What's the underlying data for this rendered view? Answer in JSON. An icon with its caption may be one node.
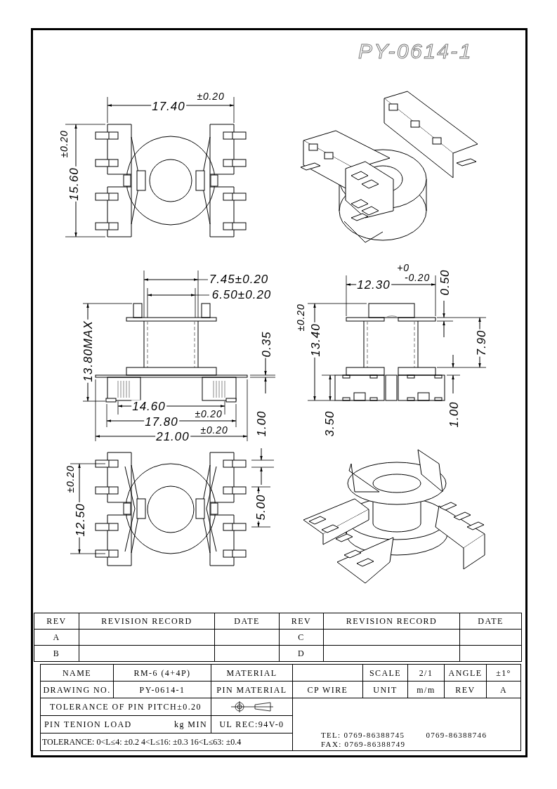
{
  "diagram": {
    "title": "PY-0614-1",
    "labels": [
      "17.40",
      "±0.20",
      "±0.20",
      "15.60",
      "7.45±0.20",
      "6.50±0.20",
      "13.80MAX",
      "0.35",
      "14.60",
      "±0.20",
      "17.80",
      "±0.20",
      "21.00",
      "1.00",
      "+0",
      "12.30",
      "-0.20",
      "0.50",
      "±0.20",
      "13.40",
      "7.90",
      "3.50",
      "1.00",
      "±0.20",
      "12.50",
      "5.00",
      "REV",
      "REVISION RECORD",
      "DATE",
      "REV",
      "REVISION RECORD",
      "DATE",
      "A",
      "C",
      "B",
      "D",
      "NAME",
      "RM-6 (4+4P)",
      "MATERIAL",
      "SCALE",
      "2/1",
      "ANGLE",
      "±1°",
      "DRAWING NO.",
      "PY-0614-1",
      "PIN MATERIAL",
      "CP WIRE",
      "UNIT",
      "m/m",
      "REV",
      "A",
      "TOLERANCE OF PIN PITCH±0.20",
      "PIN TENION LOAD",
      "kg MIN",
      "UL REC:94V-0",
      "TOLERANCE: 0<L≤4: ±0.2 4<L≤16: ±0.3 16<L≤63: ±0.4",
      "TEL: 0769-86388745",
      "0769-86388746",
      "FAX: 0769-86388749"
    ]
  }
}
